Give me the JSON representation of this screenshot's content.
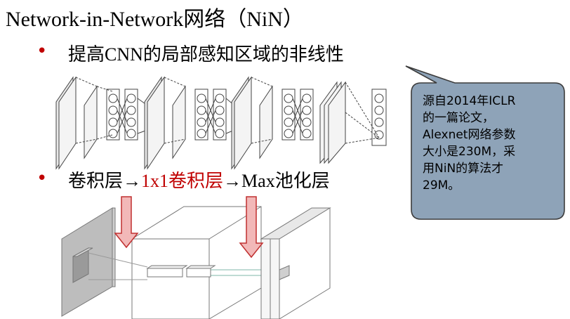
{
  "title": "Network-in-Network网络（NiN）",
  "bullets": [
    {
      "marker": "•",
      "text": "提高CNN的局部感知区域的非线性"
    },
    {
      "marker": "•",
      "part1": "卷积层",
      "arrow1": "→",
      "part2": "1x1卷积层",
      "arrow2": "→",
      "part3": "Max池化层"
    }
  ],
  "callout": {
    "lines": [
      "源自2014年ICLR",
      "的一篇论文，",
      "Alexnet网络参数",
      "大小是230M，采",
      "用NiN的算法才",
      "29M。"
    ],
    "fill": "#8ea3b8",
    "border": "#3c3c3c"
  },
  "colors": {
    "bullet": "#c00000",
    "highlight": "#c00000",
    "arrow_fill": "#f2b8b8",
    "arrow_stroke": "#c03030"
  }
}
